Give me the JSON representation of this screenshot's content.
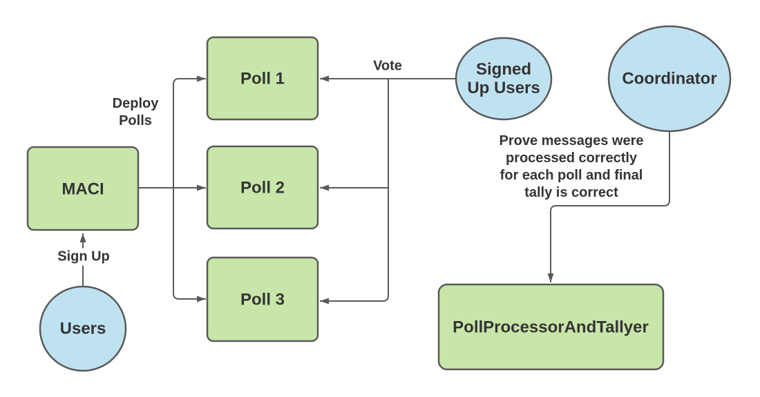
{
  "diagram": {
    "colors": {
      "node_green": "#c8e6a9",
      "node_blue": "#bfe2f1",
      "stroke": "#595959",
      "text": "#343434"
    },
    "nodes": {
      "maci": {
        "label": "MACI"
      },
      "poll1": {
        "label": "Poll 1"
      },
      "poll2": {
        "label": "Poll 2"
      },
      "poll3": {
        "label": "Poll 3"
      },
      "poll_processor": {
        "label": "PollProcessorAndTallyer"
      },
      "users": {
        "label": "Users"
      },
      "signed_up_users": {
        "line1": "Signed",
        "line2": "Up Users"
      },
      "coordinator": {
        "label": "Coordinator"
      }
    },
    "edges": {
      "sign_up": {
        "label": "Sign Up"
      },
      "deploy": {
        "line1": "Deploy",
        "line2": "Polls"
      },
      "vote": {
        "label": "Vote"
      },
      "prove": {
        "line1": "Prove messages were",
        "line2": "processed correctly",
        "line3": "for each poll and final",
        "line4": "tally is correct"
      }
    }
  }
}
